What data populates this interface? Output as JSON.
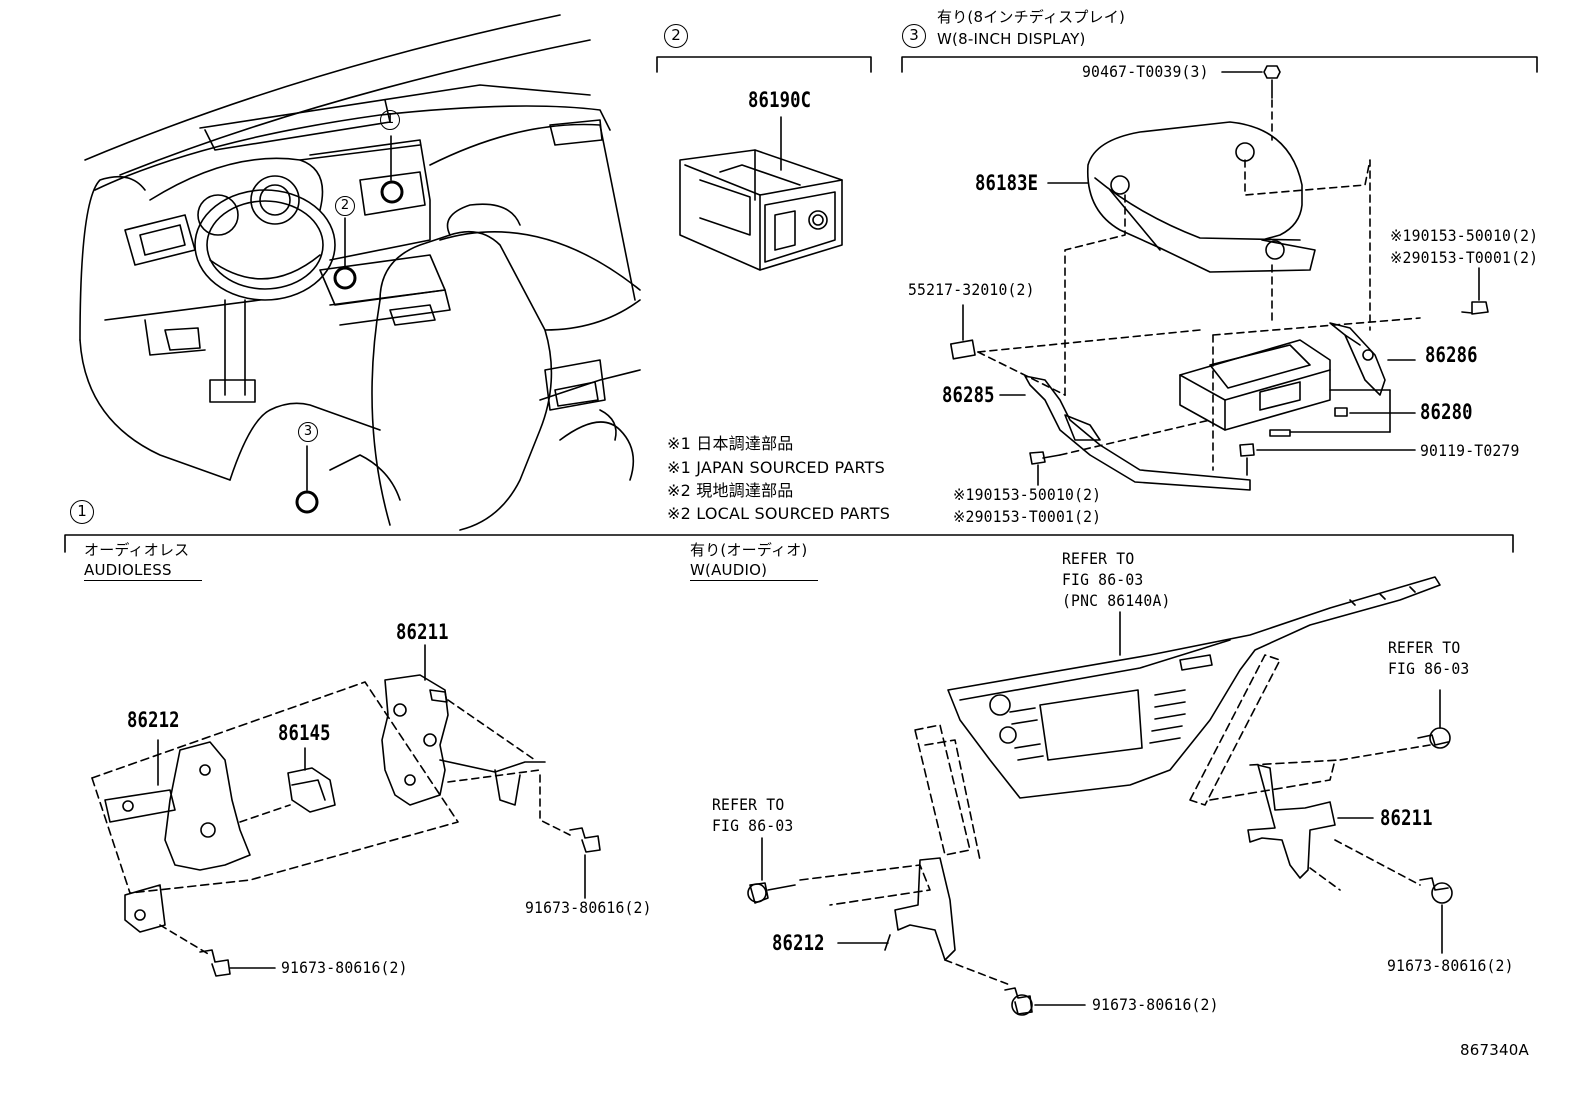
{
  "sections": {
    "sec1": "1",
    "sec2": "2",
    "sec3": "3"
  },
  "dash_markers": [
    "1",
    "2",
    "3"
  ],
  "section3_header": {
    "jp": "有り(8インチディスプレイ)",
    "en": "W(8-INCH DISPLAY)"
  },
  "section1_variants": {
    "audioless_jp": "オーディオレス",
    "audioless_en": "AUDIOLESS",
    "audio_jp": "有り(オーディオ)",
    "audio_en": "W(AUDIO)"
  },
  "notes": [
    "※1 日本調達部品",
    "※1 JAPAN SOURCED PARTS",
    "※2 現地調達部品",
    "※2 LOCAL SOURCED PARTS"
  ],
  "parts": {
    "p86190C": "86190C",
    "p90467": "90467-T0039(3)",
    "p86183E": "86183E",
    "p901531_top": "※190153-50010(2)",
    "p901532_top": "※290153-T0001(2)",
    "p55217": "55217-32010(2)",
    "p86286": "86286",
    "p86285": "86285",
    "p86280": "86280",
    "p90119": "90119-T0279",
    "p901531_bot": "※190153-50010(2)",
    "p901532_bot": "※290153-T0001(2)",
    "p86211_left": "86211",
    "p86212_left": "86212",
    "p86145": "86145",
    "p91673_a": "91673-80616(2)",
    "p91673_b": "91673-80616(2)",
    "p86211_right": "86211",
    "p86212_right": "86212",
    "p91673_c": "91673-80616(2)",
    "p91673_d": "91673-80616(2)"
  },
  "refers": {
    "panel": [
      "REFER TO",
      "FIG 86-03",
      "(PNC 86140A)"
    ],
    "right": [
      "REFER TO",
      "FIG 86-03"
    ],
    "left": [
      "REFER TO",
      "FIG 86-03"
    ]
  },
  "figure_code": "867340A"
}
